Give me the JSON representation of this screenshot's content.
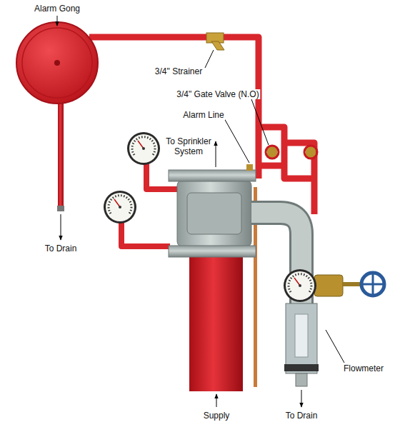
{
  "diagram": {
    "labels": [
      "Alarm Gong",
      "3/4\" Strainer",
      "3/4\" Gate Valve (N.O)",
      "Alarm Line",
      "To Sprinkler System",
      "To Drain",
      "Supply",
      "To Drain",
      "Flowmeter"
    ]
  }
}
